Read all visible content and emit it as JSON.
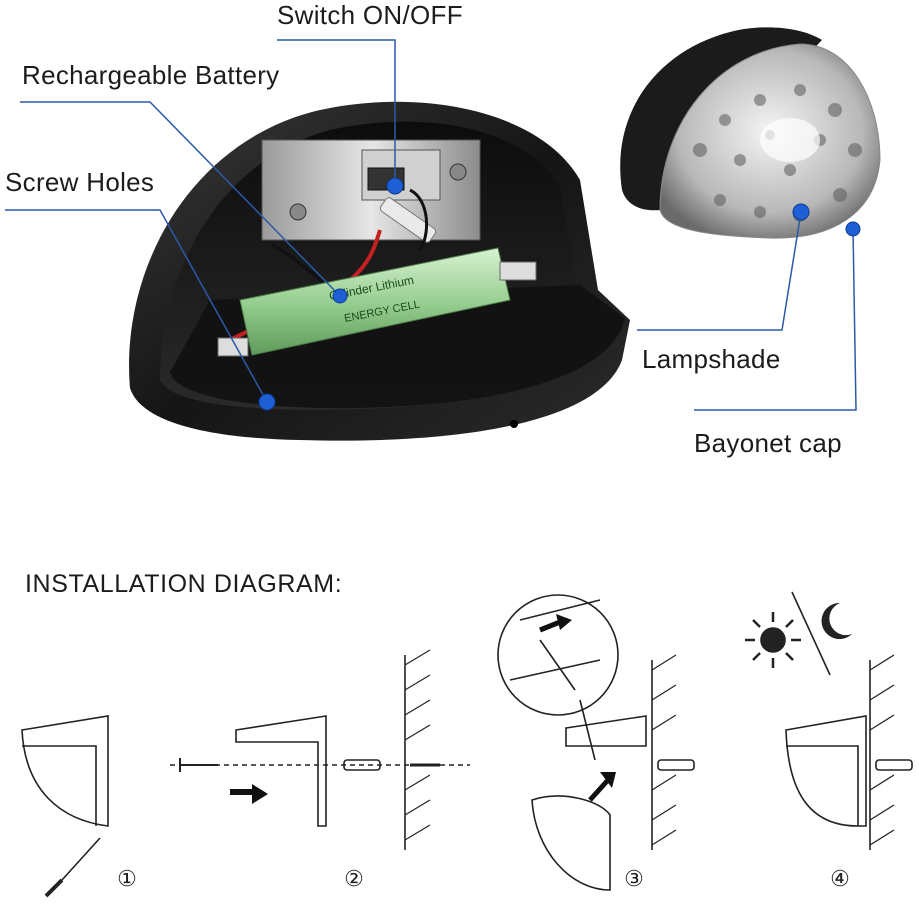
{
  "labels": {
    "switch": "Switch ON/OFF",
    "battery": "Rechargeable Battery",
    "screw_holes": "Screw Holes",
    "lampshade": "Lampshade",
    "bayonet_cap": "Bayonet cap"
  },
  "battery_print": [
    "Cylinder Lithium",
    "ENERGY CELL"
  ],
  "installation": {
    "title": "INSTALLATION DIAGRAM:",
    "steps": [
      "①",
      "②",
      "③",
      "④"
    ]
  },
  "colors": {
    "callout_dot": "#1f5fd6",
    "callout_line": "#2a5aa8",
    "housing": "#1e1e1e",
    "battery": "#9fd49a"
  }
}
